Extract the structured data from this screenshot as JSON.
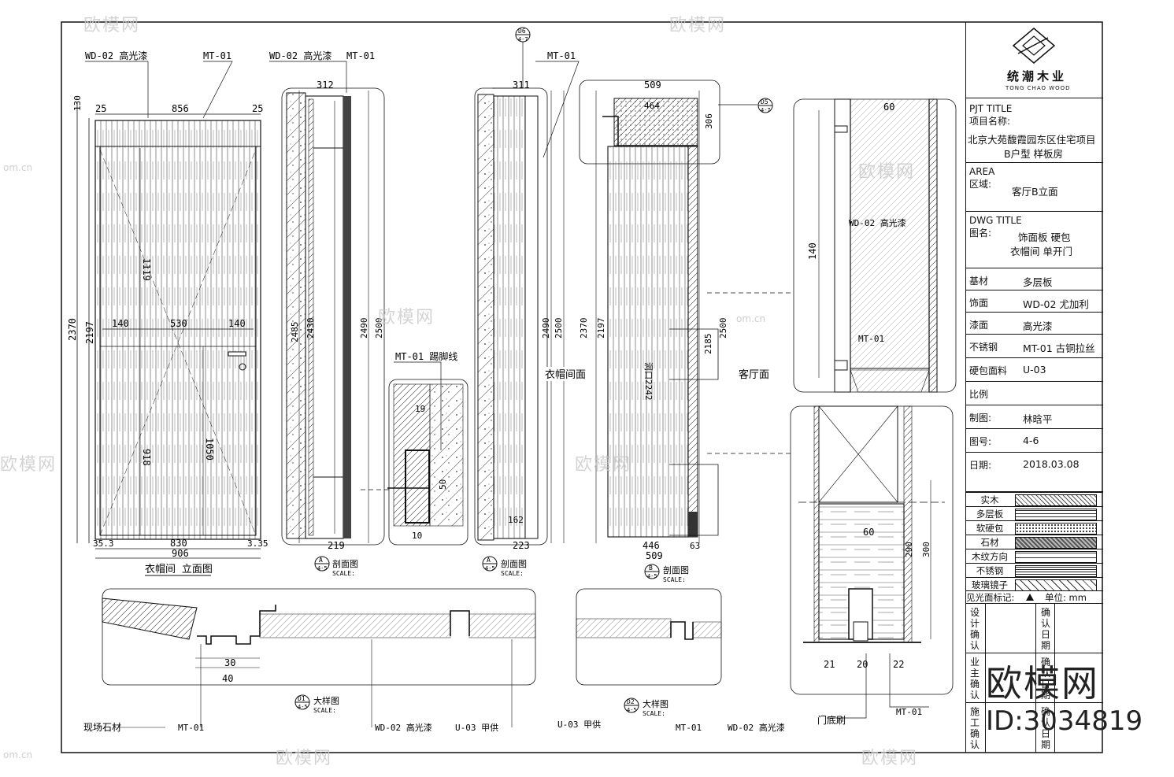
{
  "logo": {
    "name": "统潮木业",
    "english": "TONG CHAO WOOD"
  },
  "title_block": {
    "project_label": "PJT TITLE",
    "project_label_cn": "项目名称:",
    "project_name_1": "北京大苑馥霞园东区住宅项目",
    "project_name_2": "B户型 样板房",
    "area_label": "AREA",
    "area_label_cn": "区域:",
    "area_value": "客厅B立面",
    "dwg_label": "DWG TITLE",
    "dwg_label_cn": "图名:",
    "dwg_value_1": "饰面板 硬包",
    "dwg_value_2": "衣帽间 单开门",
    "rows": [
      {
        "label": "基材",
        "value": "多层板"
      },
      {
        "label": "饰面",
        "value": "WD-02 尤加利"
      },
      {
        "label": "漆面",
        "value": "高光漆"
      },
      {
        "label": "不锈钢",
        "value": "MT-01 古铜拉丝"
      },
      {
        "label": "硬包面料",
        "value": "U-03"
      },
      {
        "label": "比例",
        "value": ""
      },
      {
        "label": "制图:",
        "value": "林晗平"
      },
      {
        "label": "图号:",
        "value": "4-6"
      },
      {
        "label": "日期:",
        "value": "2018.03.08"
      }
    ],
    "materials": [
      "实木",
      "多层板",
      "软硬包",
      "石材",
      "木纹方向",
      "不锈钢",
      "玻璃镜子"
    ],
    "legend_note": "见光面标记:",
    "unit": "单位: mm",
    "confirm": [
      {
        "left": "设计确认",
        "right": "确认日期"
      },
      {
        "left": "业主确认",
        "right": "确认日期"
      },
      {
        "left": "施工确认",
        "right": "确认日期"
      }
    ]
  },
  "drawing": {
    "labels": {
      "wd02": "WD-02 高光漆",
      "mt01": "MT-01",
      "mt01_kick": "MT-01 踢脚线",
      "elev_title": "衣帽间 立面图",
      "section_a": "剖面图",
      "section_b": "剖面图",
      "scale": "SCALE:",
      "closet_face": "衣帽间面",
      "living_face": "客厅面",
      "detail": "大样图",
      "stone": "现场石材",
      "u03": "U-03 甲供",
      "door_brush": "门底刷",
      "hole": "洞口2242"
    },
    "tags": {
      "a": "A",
      "b": "B",
      "d1": "D1",
      "d2": "D2",
      "d5": "D5",
      "d6": "D6",
      "sheet": "4-5",
      "sheet7": "4-7"
    },
    "dims": {
      "h2370": "2370",
      "h2197": "2197",
      "h1119": "1119",
      "h918": "918",
      "h1050": "1050",
      "h130": "130",
      "w856": "856",
      "w25": "25",
      "w530": "530",
      "w830": "830",
      "w906": "906",
      "w140": "140",
      "w35": "35.3",
      "w335": "3.35",
      "s312": "312",
      "s2485": "2485",
      "s2430": "2430",
      "s2490": "2490",
      "s2500": "2500",
      "s219": "219",
      "s311": "311",
      "s223": "223",
      "s162": "162",
      "s509": "509",
      "s464": "464",
      "s446": "446",
      "s63": "63",
      "s306": "306",
      "s2185": "2185",
      "s60": "60",
      "s290": "290",
      "s300": "300",
      "s21": "21",
      "s20": "20",
      "s22": "22",
      "s40": "40",
      "s30": "30",
      "s19": "19",
      "s50": "50",
      "s10": "10"
    }
  },
  "watermark": {
    "brand": "欧模网",
    "url": "om.cn",
    "id": "ID:3034819"
  }
}
